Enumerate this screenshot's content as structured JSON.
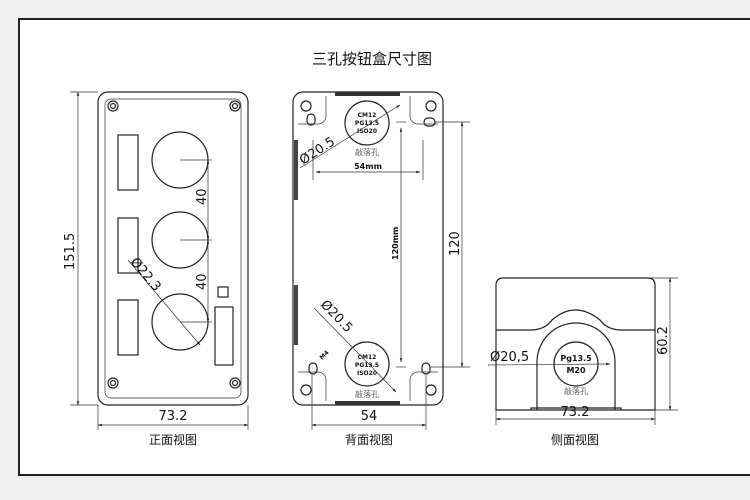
{
  "title": "三孔按钮盒尺寸图",
  "front_view": {
    "caption": "正面视图",
    "height": "151.5",
    "width": "73.2",
    "spacing_1": "40",
    "spacing_2": "40",
    "hole_diameter": "Ø22.3"
  },
  "back_view": {
    "caption": "背面视图",
    "hole_diameter_top": "Ø20.5",
    "hole_diameter_bottom": "Ø20.5",
    "inner_width": "54mm",
    "inner_height": "120mm",
    "screw": "M4",
    "outer_height": "120",
    "width": "54",
    "knockout_label": "敲落孔",
    "knockout_lines": [
      "CM12",
      "PG13.5",
      "ISO20"
    ]
  },
  "side_view": {
    "caption": "侧面视图",
    "height": "60.2",
    "width": "73.2",
    "hole_diameter": "Ø20,5",
    "hole_line1": "Pg13.5",
    "hole_line2": "M20",
    "knockout_label": "敲落孔"
  }
}
